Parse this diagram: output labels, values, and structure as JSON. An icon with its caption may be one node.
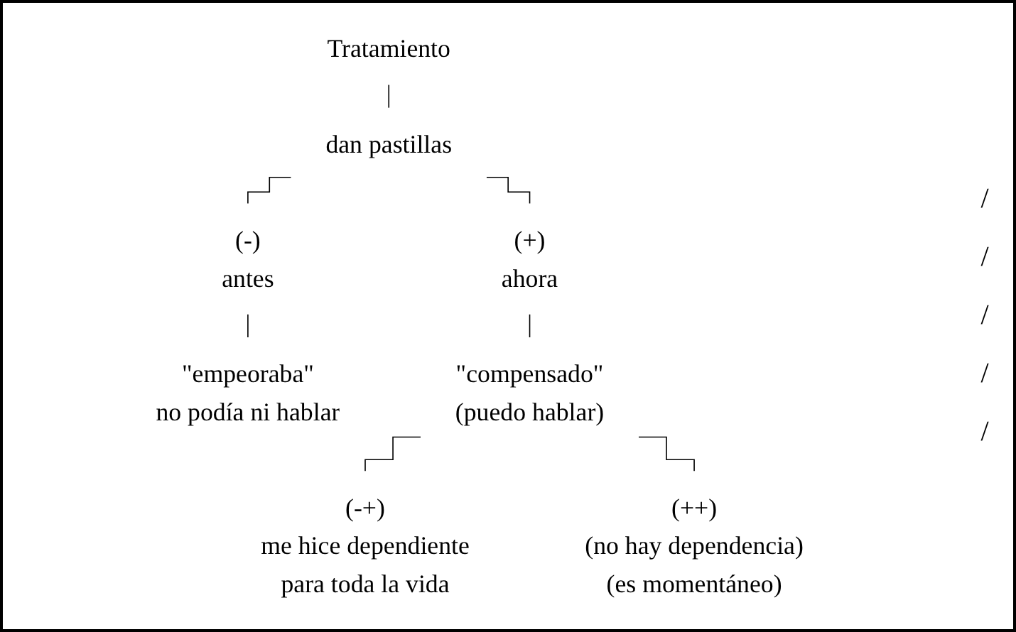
{
  "diagram": {
    "nodes": [
      {
        "text": [
          "Tratamiento"
        ]
      },
      {
        "text": [
          "dan pastillas"
        ]
      },
      {
        "text": [
          "(-)",
          "antes"
        ]
      },
      {
        "text": [
          "\"empeoraba\"",
          "no podía ni hablar"
        ]
      },
      {
        "text": [
          "(+)",
          "ahora"
        ]
      },
      {
        "text": [
          "\"compensado\"",
          "(puedo hablar)"
        ]
      },
      {
        "text": [
          "(-+)",
          "me hice dependiente",
          "para toda la vida"
        ]
      },
      {
        "text": [
          "(++)",
          "(no hay dependencia)",
          "(es momentáneo)"
        ]
      }
    ],
    "edges": [
      {
        "from": 0,
        "to": 1,
        "arrow": "none"
      },
      {
        "from": 1,
        "to": 2,
        "arrow": "none"
      },
      {
        "from": 1,
        "to": 4,
        "arrow": "none"
      },
      {
        "from": 2,
        "to": 3,
        "arrow": "none"
      },
      {
        "from": 4,
        "to": 5,
        "arrow": "none"
      },
      {
        "from": 5,
        "to": 6,
        "arrow": "none"
      },
      {
        "from": 5,
        "to": 7,
        "arrow": "none"
      }
    ],
    "labels": [
      "/",
      "/",
      "/",
      "/",
      "/"
    ]
  }
}
